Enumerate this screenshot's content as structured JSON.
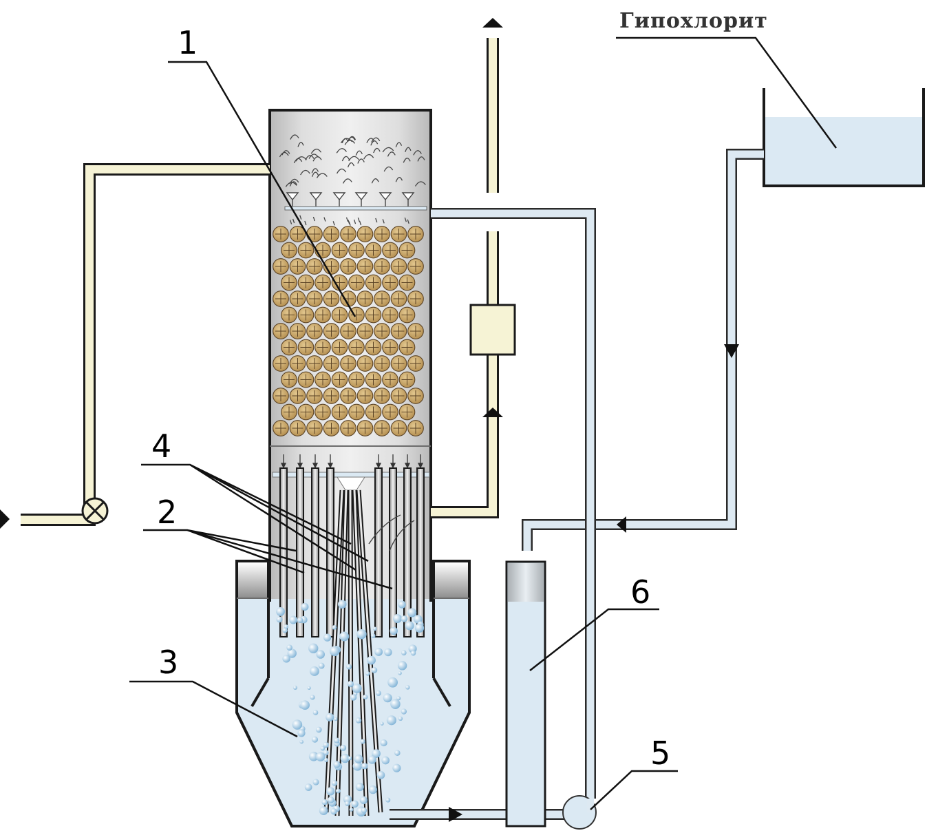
{
  "labels": {
    "n1": "1",
    "n2": "2",
    "n3": "3",
    "n4": "4",
    "n5": "5",
    "n6": "6",
    "hypochlorite": "Гипохлорит"
  },
  "colors": {
    "water": "#dbe9f3",
    "pipe_water": "#dde9f2",
    "pipe_air": "#f6f3d5",
    "packing": "#c9a86c",
    "column": "#cfcfcf"
  }
}
